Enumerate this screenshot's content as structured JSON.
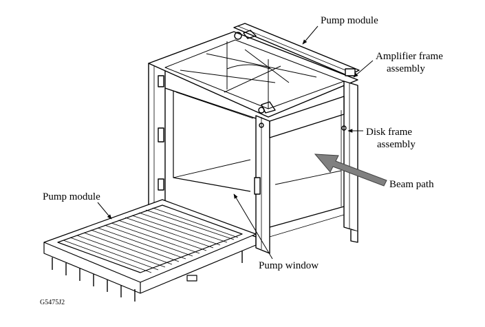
{
  "diagram": {
    "labels": {
      "pump_module_top": "Pump module",
      "amplifier_line1": "Amplifier frame",
      "amplifier_line2": "assembly",
      "disk_line1": "Disk frame",
      "disk_line2": "assembly",
      "beam_path": "Beam path",
      "pump_module_left": "Pump module",
      "pump_window": "Pump window"
    },
    "figure_id": "G5475J2"
  }
}
